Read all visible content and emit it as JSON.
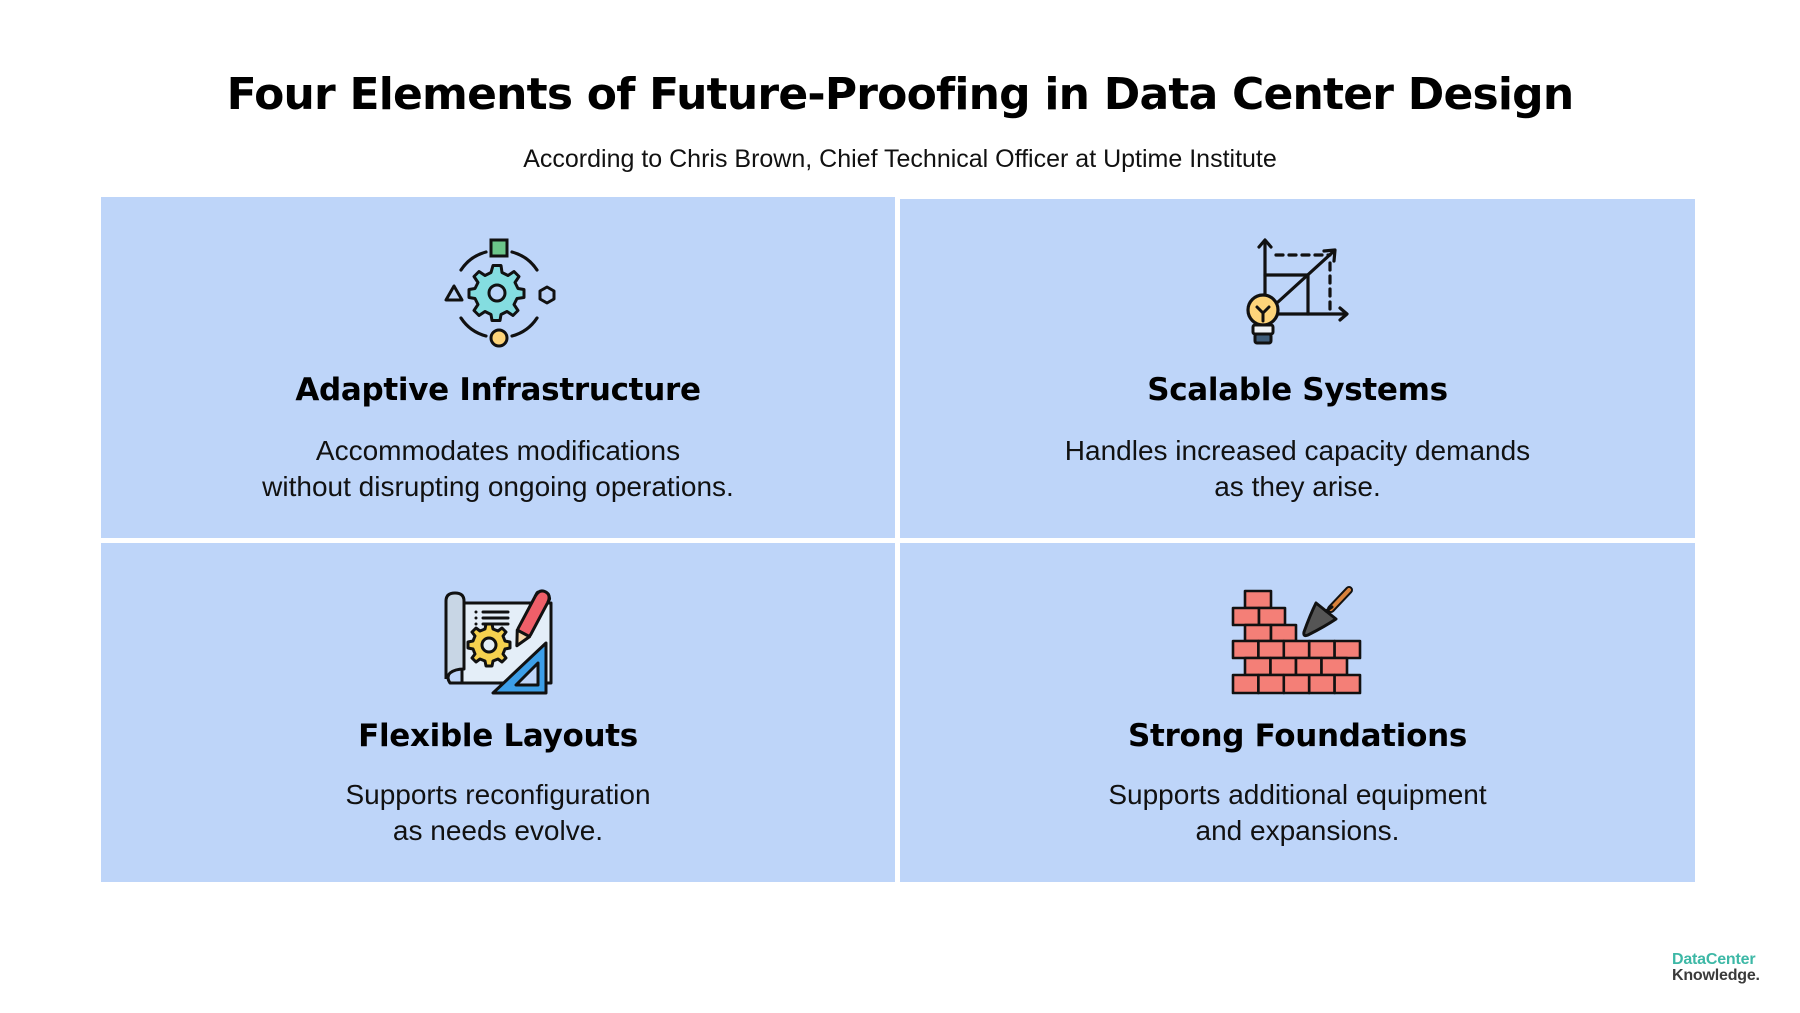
{
  "header": {
    "title": "Four Elements of Future-Proofing in Data Center Design",
    "subtitle": "According to Chris Brown, Chief Technical Officer at Uptime Institute"
  },
  "colors": {
    "panel_background": "#bed5f9",
    "logo_teal": "#3db8a6",
    "logo_dark": "#3a3a3a",
    "brick": "#f47f77",
    "gear_teal": "#84dde0",
    "bulb_yellow": "#fdd47a",
    "pencil_red": "#ef5f69",
    "ruler_blue": "#3d9fe8"
  },
  "elements": [
    {
      "icon": "adaptive-gear-cycle-icon",
      "heading": "Adaptive Infrastructure",
      "body_lines": [
        "Accommodates modifications",
        "without disrupting ongoing operations."
      ]
    },
    {
      "icon": "growth-chart-lightbulb-icon",
      "heading": "Scalable Systems",
      "body_lines": [
        "Handles increased capacity demands",
        "as they arise."
      ]
    },
    {
      "icon": "blueprint-pencil-icon",
      "heading": "Flexible Layouts",
      "body_lines": [
        "Supports reconfiguration",
        "as needs evolve."
      ]
    },
    {
      "icon": "brick-wall-trowel-icon",
      "heading": "Strong Foundations",
      "body_lines": [
        "Supports additional equipment",
        "and expansions."
      ]
    }
  ],
  "logo": {
    "line1": "DataCenter",
    "line2": "Knowledge."
  }
}
